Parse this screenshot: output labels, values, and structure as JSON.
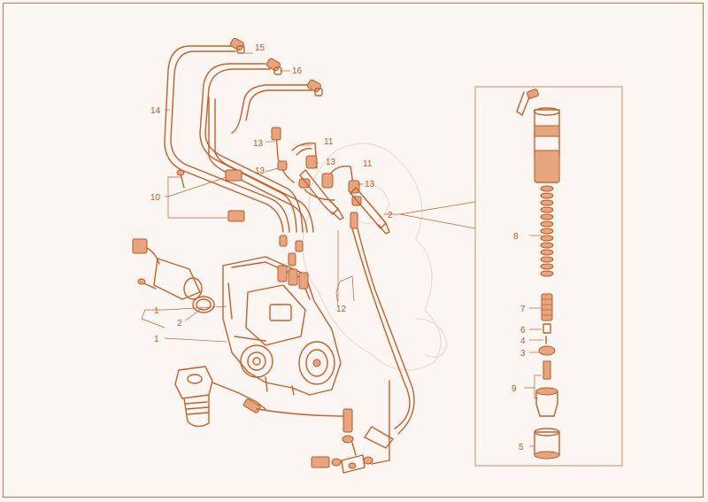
{
  "callouts": {
    "c15": "15",
    "c16": "16",
    "c14": "14",
    "c13a": "13",
    "c11a": "11",
    "c13b": "13",
    "c13c": "13",
    "c11b": "11",
    "c13d": "13",
    "c10": "10",
    "c2": "2",
    "c8": "8",
    "c7": "7",
    "c6": "6",
    "c4": "4",
    "c3": "3",
    "c9": "9",
    "c5": "5",
    "c1a": "1",
    "c2b": "2",
    "c1b": "1",
    "c12": "12"
  }
}
